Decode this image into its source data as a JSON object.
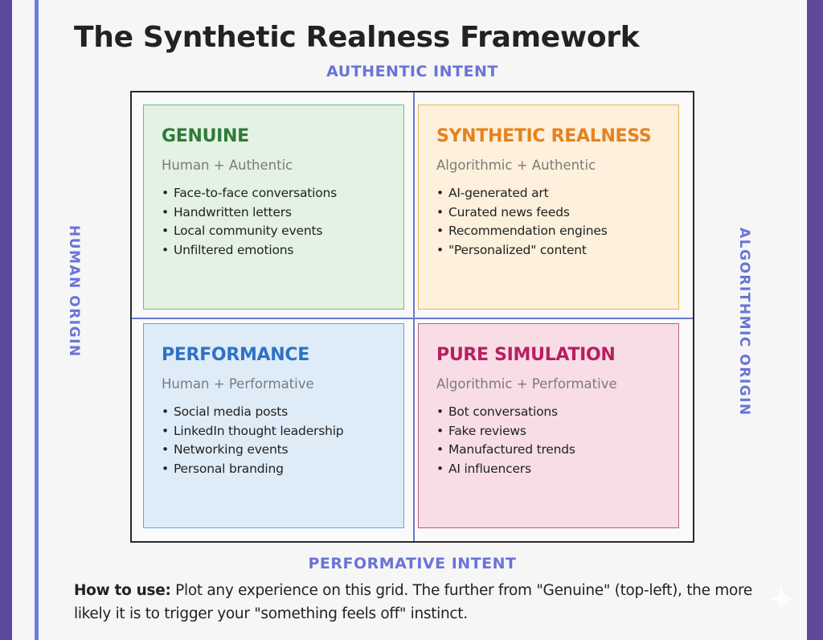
{
  "title": "The Synthetic Realness Framework",
  "axes": {
    "top": "AUTHENTIC INTENT",
    "bottom": "PERFORMATIVE INTENT",
    "left": "HUMAN ORIGIN",
    "right": "ALGORITHMIC ORIGIN"
  },
  "quadrants": [
    {
      "position": "top-left",
      "title": "GENUINE",
      "subtitle": "Human + Authentic",
      "color": "#2f7a3a",
      "items": [
        "Face-to-face conversations",
        "Handwritten letters",
        "Local community events",
        "Unfiltered emotions"
      ]
    },
    {
      "position": "top-right",
      "title": "SYNTHETIC REALNESS",
      "subtitle": "Algorithmic + Authentic",
      "color": "#e5821e",
      "items": [
        "AI-generated art",
        "Curated news feeds",
        "Recommendation engines",
        "\"Personalized\" content"
      ]
    },
    {
      "position": "bottom-left",
      "title": "PERFORMANCE",
      "subtitle": "Human + Performative",
      "color": "#2f72c4",
      "items": [
        "Social media posts",
        "LinkedIn thought leadership",
        "Networking events",
        "Personal branding"
      ]
    },
    {
      "position": "bottom-right",
      "title": "PURE SIMULATION",
      "subtitle": "Algorithmic + Performative",
      "color": "#b81f5f",
      "items": [
        "Bot conversations",
        "Fake reviews",
        "Manufactured trends",
        "AI influencers"
      ]
    }
  ],
  "howto": {
    "label": "How to use:",
    "text": " Plot any experience on this grid. The further from \"Genuine\" (top-left), the more likely it is to trigger your \"something feels off\" instinct."
  },
  "icons": {
    "sparkle": "sparkle-icon"
  },
  "colors": {
    "band": "#5d4a9c",
    "accent_line": "#6b7fe0",
    "axis_label": "#6a73d6"
  }
}
